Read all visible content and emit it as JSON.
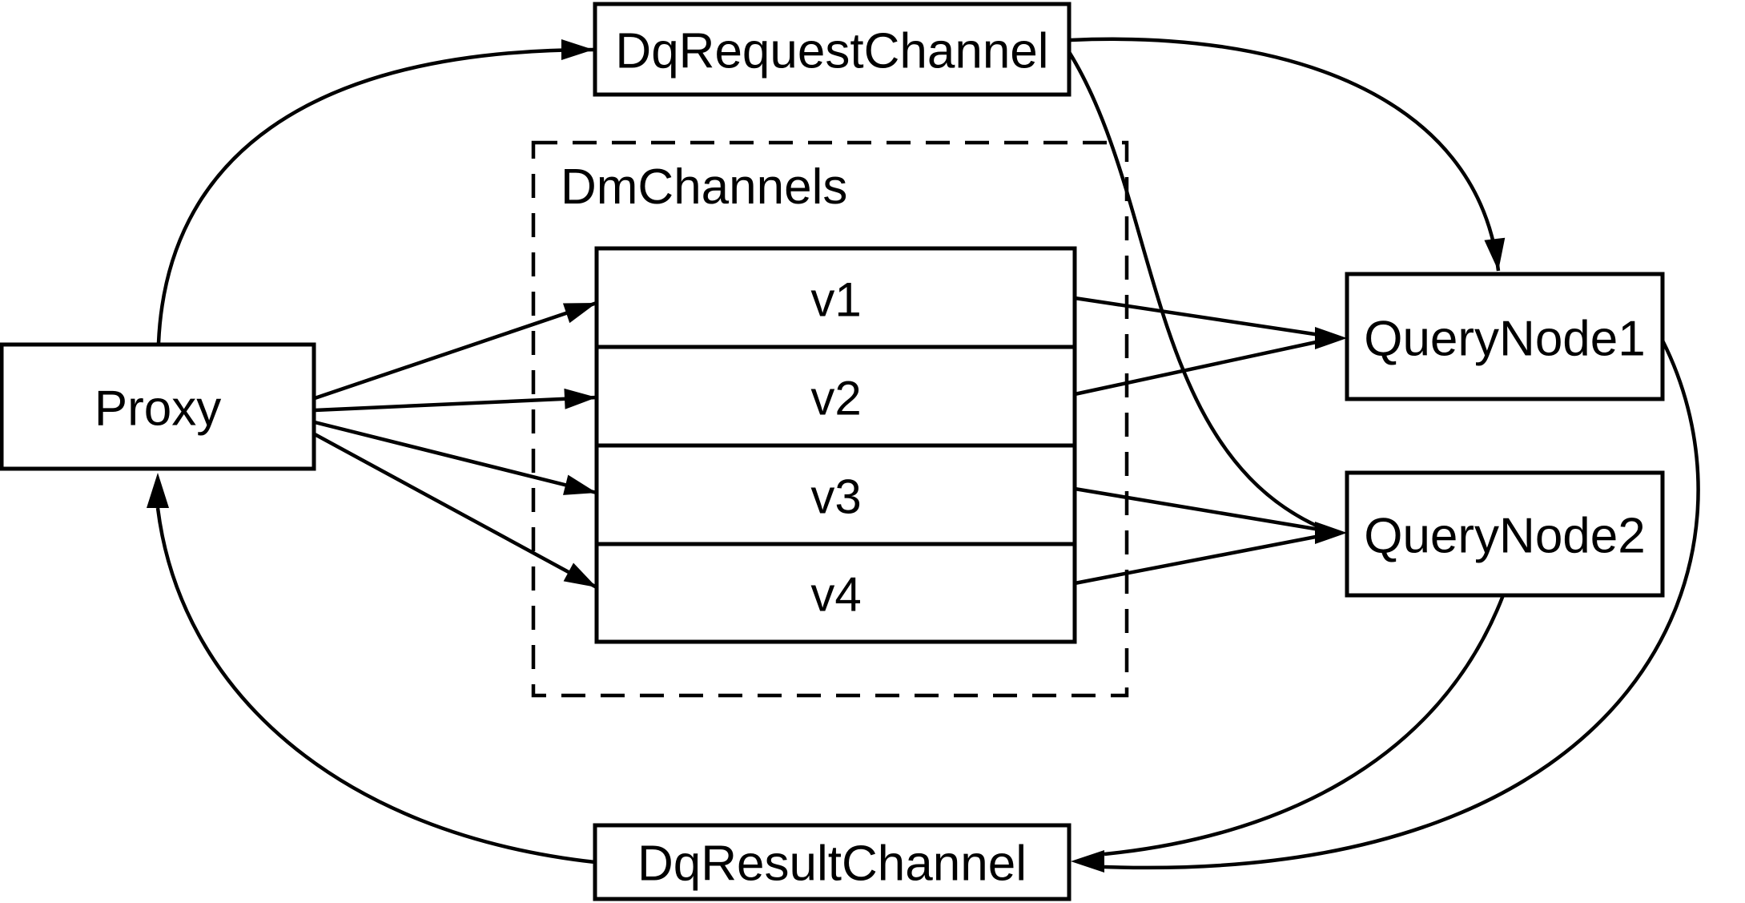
{
  "diagram": {
    "colors": {
      "stroke": "#000000",
      "background": "#ffffff",
      "text": "#000000"
    },
    "nodes": {
      "proxy": {
        "label": "Proxy"
      },
      "dq_request_channel": {
        "label": "DqRequestChannel"
      },
      "dm_channels": {
        "label": "DmChannels",
        "channels": [
          "v1",
          "v2",
          "v3",
          "v4"
        ]
      },
      "query_node_1": {
        "label": "QueryNode1"
      },
      "query_node_2": {
        "label": "QueryNode2"
      },
      "dq_result_channel": {
        "label": "DqResultChannel"
      }
    },
    "edges": [
      {
        "from": "proxy",
        "to": "dq_request_channel"
      },
      {
        "from": "dq_request_channel",
        "to": "query_node_1"
      },
      {
        "from": "dq_request_channel",
        "to": "query_node_2"
      },
      {
        "from": "proxy",
        "to": "v1"
      },
      {
        "from": "proxy",
        "to": "v2"
      },
      {
        "from": "proxy",
        "to": "v3"
      },
      {
        "from": "proxy",
        "to": "v4"
      },
      {
        "from": "v1",
        "to": "query_node_1"
      },
      {
        "from": "v2",
        "to": "query_node_1"
      },
      {
        "from": "v3",
        "to": "query_node_2"
      },
      {
        "from": "v4",
        "to": "query_node_2"
      },
      {
        "from": "query_node_1",
        "to": "dq_result_channel"
      },
      {
        "from": "query_node_2",
        "to": "dq_result_channel"
      },
      {
        "from": "dq_result_channel",
        "to": "proxy"
      }
    ]
  }
}
